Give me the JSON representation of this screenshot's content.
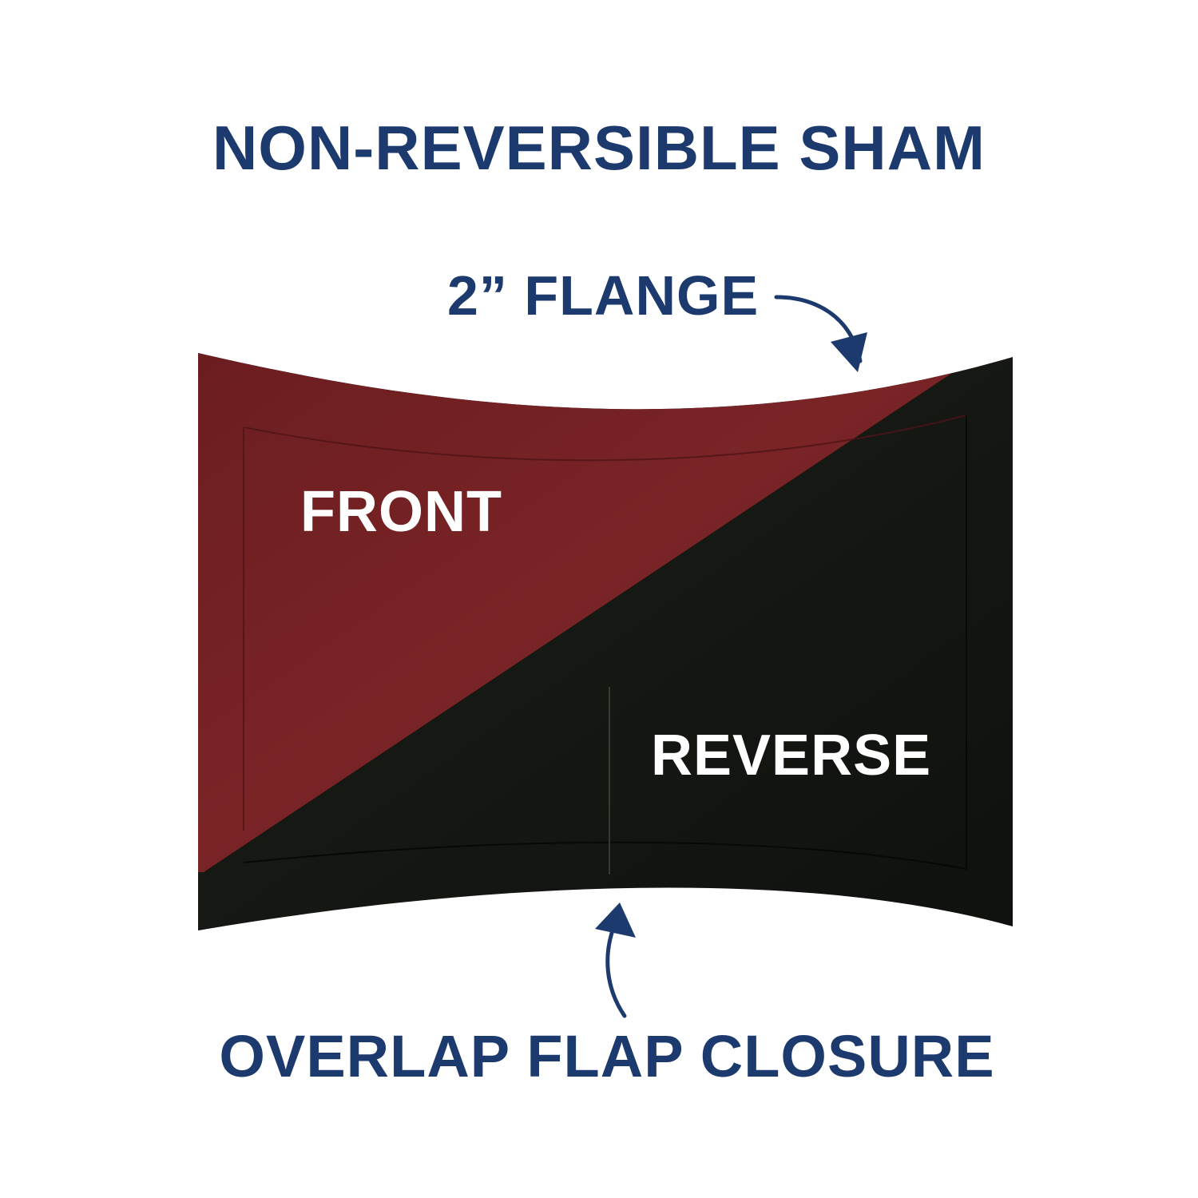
{
  "title": "NON-REVERSIBLE SHAM",
  "callouts": {
    "flange": "2” FLANGE",
    "closure": "OVERLAP FLAP CLOSURE"
  },
  "sides": {
    "front": "FRONT",
    "reverse": "REVERSE"
  },
  "colors": {
    "heading": "#1c3a6e",
    "front_fabric": "#6e1f22",
    "reverse_fabric": "#141612",
    "label_text": "#ffffff"
  },
  "icons": {
    "flange_pointer": "curved-arrow-down-icon",
    "closure_pointer": "curved-arrow-up-icon"
  }
}
